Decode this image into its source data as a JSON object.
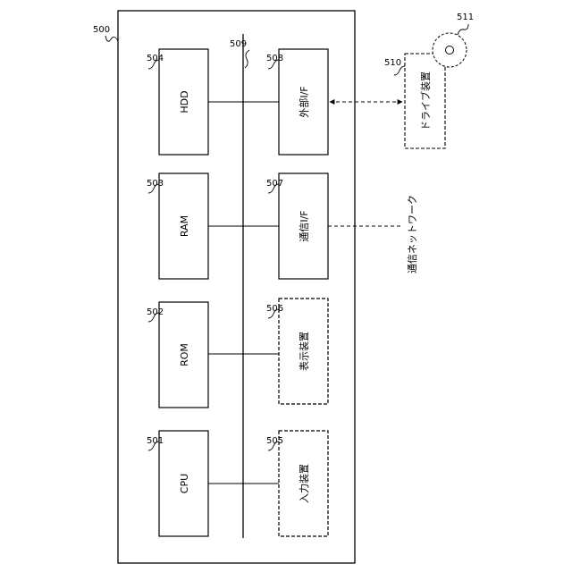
{
  "figure": {
    "system_ref": "500",
    "bus_ref": "509",
    "network_label": "通信ネットワーク"
  },
  "components": {
    "cpu": {
      "ref": "501",
      "label": "CPU"
    },
    "rom": {
      "ref": "502",
      "label": "ROM"
    },
    "ram": {
      "ref": "503",
      "label": "RAM"
    },
    "hdd": {
      "ref": "504",
      "label": "HDD"
    },
    "input_device": {
      "ref": "505",
      "label": "入力装置"
    },
    "display_device": {
      "ref": "506",
      "label": "表示装置"
    },
    "comm_if": {
      "ref": "507",
      "label": "通信I/F"
    },
    "ext_if": {
      "ref": "508",
      "label": "外部I/F"
    },
    "drive_device": {
      "ref": "510",
      "label": "ドライブ装置"
    },
    "medium": {
      "ref": "511"
    }
  }
}
